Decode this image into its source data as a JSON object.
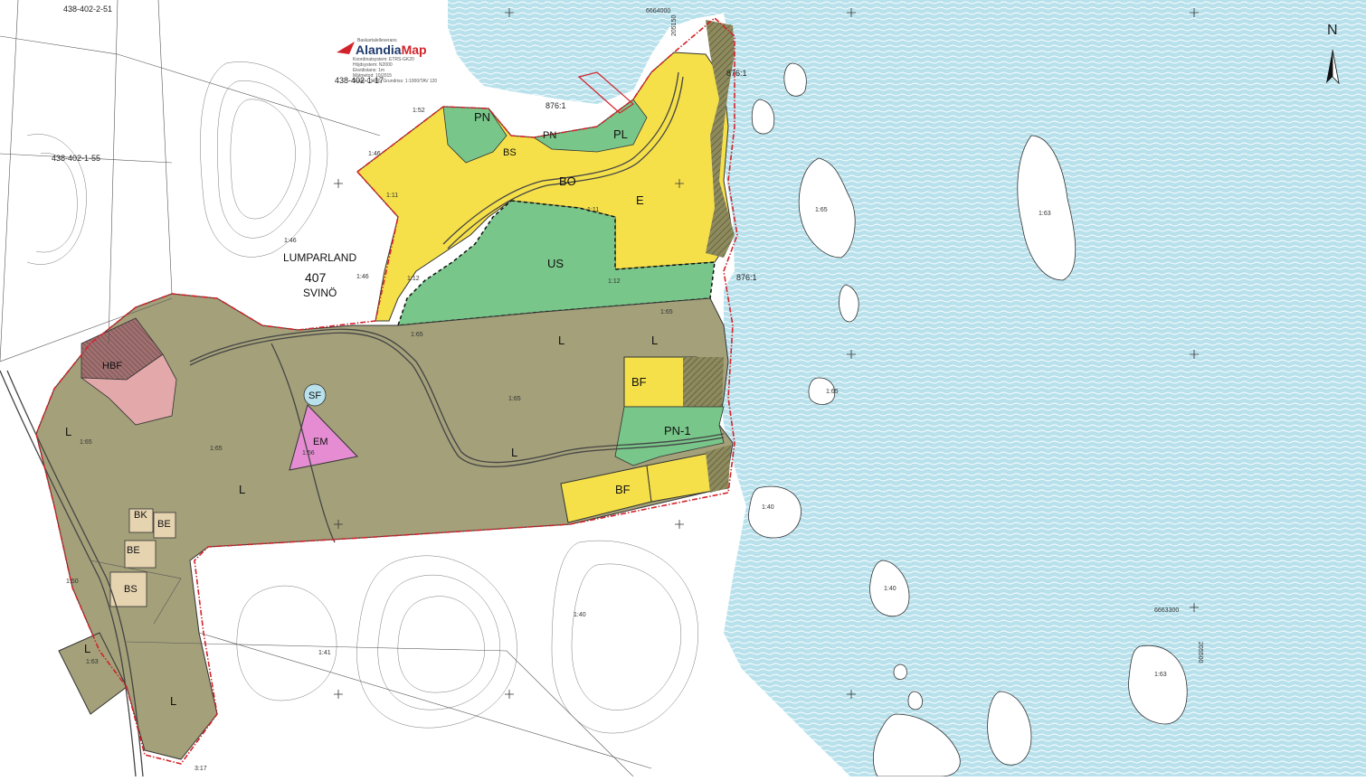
{
  "logo": {
    "brand_a": "Alandia",
    "brand_b": "Map",
    "lines": [
      "Baskartalelleverans",
      "Koordinatsystem: ETRS-GK20",
      "Höjdsystem: N2000",
      "Ekvidistans: 1m",
      "Mätmetod: 10/2015",
      "Skala: 1:1000, Grundriss: 1:1000/TAV 120"
    ]
  },
  "north": "N",
  "place": {
    "municipality": "LUMPARLAND",
    "number": "407",
    "village": "SVINÖ"
  },
  "colors": {
    "water": "#b8e1ec",
    "residential": "#f5e04a",
    "forest": "#a3a07a",
    "park": "#79c68a",
    "pink": "#e58cd2",
    "rose": "#e3a8aa",
    "tan": "#e6d3b0",
    "boundary": "#d2232a"
  },
  "zones": {
    "pn_top": "PN",
    "pl": "PL",
    "pn_mid": "PN",
    "bo": "BO",
    "bs": "BS",
    "e": "E",
    "us": "US",
    "bf_1": "BF",
    "bf_2": "BF",
    "pn_1": "PN-1",
    "sf": "SF",
    "em": "EM",
    "hbf": "HBF",
    "bk": "BK",
    "be_1": "BE",
    "be_2": "BE",
    "bs_2": "BS",
    "l_1": "L",
    "l_2": "L",
    "l_3": "L",
    "l_4": "L",
    "l_5": "L",
    "l_6": "L",
    "l_7": "L"
  },
  "parcels": {
    "p1": "438-402-2-51",
    "p2": "438-402-1-55",
    "p3": "438-402-1-17",
    "p4": "876:1",
    "p5": "876:1",
    "p6": "876:1"
  },
  "coords": {
    "y_top": "6664000",
    "y_bottom": "6663300",
    "x_top": "205150",
    "x_right": "205500"
  },
  "estates": {
    "e1": "1:52",
    "e2": "1:46",
    "e3": "1:46",
    "e4": "1:46",
    "e5": "1:11",
    "e6": "1:11",
    "e7": "1:12",
    "e8": "1:12",
    "e9": "1:65",
    "e10": "1:65",
    "e11": "1:65",
    "e12": "1:65",
    "e13": "1:56",
    "e14": "1:65",
    "e15": "1:40",
    "e16": "1:40",
    "e17": "1:40",
    "e18": "1:41",
    "e19": "1:63",
    "e20": "1:63",
    "e21": "1:50",
    "e22": "1:63",
    "e23": "3:17",
    "e24": "1:65",
    "e25": "1:65"
  }
}
